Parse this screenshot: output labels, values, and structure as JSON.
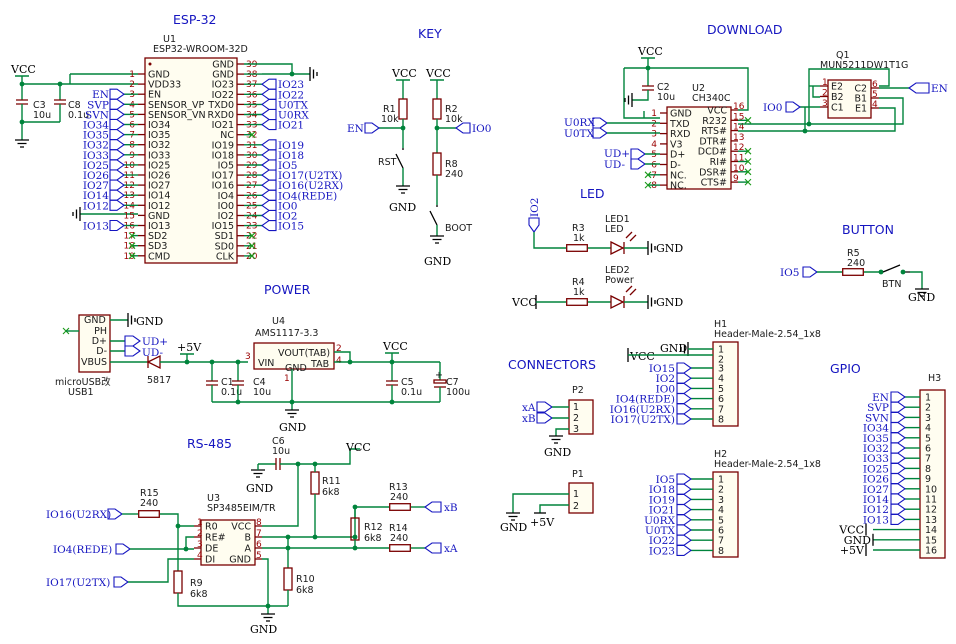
{
  "headings": {
    "esp32": "ESP-32",
    "key": "KEY",
    "download": "DOWNLOAD",
    "led": "LED",
    "button": "BUTTON",
    "power": "POWER",
    "connectors": "CONNECTORS",
    "gpio": "GPIO",
    "rs485": "RS-485"
  },
  "common": {
    "vcc": "VCC",
    "gnd": "GND",
    "plus5v": "+5V"
  },
  "esp32": {
    "ref": "U1",
    "part": "ESP32-WROOM-32D",
    "left_pins": [
      {
        "num": "1",
        "name": "GND",
        "net": ""
      },
      {
        "num": "2",
        "name": "VDD33",
        "net": ""
      },
      {
        "num": "3",
        "name": "EN",
        "net": "EN"
      },
      {
        "num": "4",
        "name": "SENSOR_VP",
        "net": "SVP"
      },
      {
        "num": "5",
        "name": "SENSOR_VN",
        "net": "SVN"
      },
      {
        "num": "6",
        "name": "IO34",
        "net": "IO34"
      },
      {
        "num": "7",
        "name": "IO35",
        "net": "IO35"
      },
      {
        "num": "8",
        "name": "IO32",
        "net": "IO32"
      },
      {
        "num": "9",
        "name": "IO33",
        "net": "IO33"
      },
      {
        "num": "10",
        "name": "IO25",
        "net": "IO25"
      },
      {
        "num": "11",
        "name": "IO26",
        "net": "IO26"
      },
      {
        "num": "12",
        "name": "IO27",
        "net": "IO27"
      },
      {
        "num": "13",
        "name": "IO14",
        "net": "IO14"
      },
      {
        "num": "14",
        "name": "IO12",
        "net": "IO12"
      },
      {
        "num": "15",
        "name": "GND",
        "net": ""
      },
      {
        "num": "16",
        "name": "IO13",
        "net": "IO13"
      },
      {
        "num": "17",
        "name": "SD2",
        "net": ""
      },
      {
        "num": "18",
        "name": "SD3",
        "net": ""
      },
      {
        "num": "19",
        "name": "CMD",
        "net": ""
      }
    ],
    "right_pins": [
      {
        "num": "39",
        "name": "GND",
        "net": ""
      },
      {
        "num": "38",
        "name": "GND",
        "net": ""
      },
      {
        "num": "37",
        "name": "IO23",
        "net": "IO23"
      },
      {
        "num": "36",
        "name": "IO22",
        "net": "IO22"
      },
      {
        "num": "35",
        "name": "TXD0",
        "net": "U0TX"
      },
      {
        "num": "34",
        "name": "RXD0",
        "net": "U0RX"
      },
      {
        "num": "33",
        "name": "IO21",
        "net": "IO21"
      },
      {
        "num": "32",
        "name": "NC",
        "net": ""
      },
      {
        "num": "31",
        "name": "IO19",
        "net": "IO19"
      },
      {
        "num": "30",
        "name": "IO18",
        "net": "IO18"
      },
      {
        "num": "29",
        "name": "IO5",
        "net": "IO5"
      },
      {
        "num": "28",
        "name": "IO17",
        "net": "IO17(U2TX)"
      },
      {
        "num": "27",
        "name": "IO16",
        "net": "IO16(U2RX)"
      },
      {
        "num": "26",
        "name": "IO4",
        "net": "IO4(REDE)"
      },
      {
        "num": "25",
        "name": "IO0",
        "net": "IO0"
      },
      {
        "num": "24",
        "name": "IO2",
        "net": "IO2"
      },
      {
        "num": "23",
        "name": "IO15",
        "net": "IO15"
      },
      {
        "num": "22",
        "name": "SD1",
        "net": ""
      },
      {
        "num": "21",
        "name": "SD0",
        "net": ""
      },
      {
        "num": "20",
        "name": "CLK",
        "net": ""
      }
    ],
    "c3": {
      "ref": "C3",
      "value": "10u"
    },
    "c8": {
      "ref": "C8",
      "value": "0.1u"
    }
  },
  "key": {
    "r1": {
      "ref": "R1",
      "value": "10k"
    },
    "r2": {
      "ref": "R2",
      "value": "10k"
    },
    "r8": {
      "ref": "R8",
      "value": "240"
    },
    "en": "EN",
    "io0": "IO0",
    "rst": "RST",
    "boot": "BOOT"
  },
  "download": {
    "u2_ref": "U2",
    "u2_part": "CH340C",
    "c2": {
      "ref": "C2",
      "value": "10u"
    },
    "q1_ref": "Q1",
    "q1_part": "MUN5211DW1T1G",
    "u2_left": [
      {
        "num": "1",
        "name": "GND"
      },
      {
        "num": "2",
        "name": "TXD"
      },
      {
        "num": "3",
        "name": "RXD"
      },
      {
        "num": "4",
        "name": "V3"
      },
      {
        "num": "5",
        "name": "D+"
      },
      {
        "num": "6",
        "name": "D-"
      },
      {
        "num": "7",
        "name": "NC."
      },
      {
        "num": "8",
        "name": "NC."
      }
    ],
    "u2_right": [
      {
        "num": "16",
        "name": "VCC"
      },
      {
        "num": "15",
        "name": "R232"
      },
      {
        "num": "14",
        "name": "RTS#"
      },
      {
        "num": "13",
        "name": "DTR#"
      },
      {
        "num": "12",
        "name": "DCD#"
      },
      {
        "num": "11",
        "name": "RI#"
      },
      {
        "num": "10",
        "name": "DSR#"
      },
      {
        "num": "9",
        "name": "CTS#"
      }
    ],
    "q1_left": [
      {
        "num": "1",
        "name": "E2"
      },
      {
        "num": "2",
        "name": "B2"
      },
      {
        "num": "3",
        "name": "C1"
      }
    ],
    "q1_right": [
      {
        "num": "6",
        "name": "C2"
      },
      {
        "num": "5",
        "name": "B1"
      },
      {
        "num": "4",
        "name": "E1"
      }
    ],
    "u0rx": "U0RX",
    "u0tx": "U0TX",
    "udp": "UD+",
    "udm": "UD-",
    "io0": "IO0",
    "en": "EN"
  },
  "led": {
    "io2": "IO2",
    "r3": {
      "ref": "R3",
      "value": "1k"
    },
    "r4": {
      "ref": "R4",
      "value": "1k"
    },
    "led1": {
      "ref": "LED1",
      "value": "LED"
    },
    "led2": {
      "ref": "LED2",
      "value": "Power"
    }
  },
  "button": {
    "io5": "IO5",
    "r5": {
      "ref": "R5",
      "value": "240"
    },
    "btn": "BTN"
  },
  "power": {
    "usb_pins": [
      {
        "name": "GND"
      },
      {
        "name": "PH"
      },
      {
        "name": "D+"
      },
      {
        "name": "D-"
      },
      {
        "name": "VBUS"
      }
    ],
    "usb_ref": "USB1",
    "usb_part": "microUSB改",
    "udp": "UD+",
    "udm": "UD-",
    "diode": "5817",
    "u4_ref": "U4",
    "u4_part": "AMS1117-3.3",
    "u4_vin": "VIN",
    "u4_vout": "VOUT(TAB)",
    "u4_tab": "TAB",
    "u4_gnd": "GND",
    "u4_pin1": "1",
    "u4_pin2": "2",
    "u4_pin3": "3",
    "u4_pin4": "4",
    "c1": {
      "ref": "C1",
      "value": "0.1u"
    },
    "c4": {
      "ref": "C4",
      "value": "10u"
    },
    "c5": {
      "ref": "C5",
      "value": "0.1u"
    },
    "c7": {
      "ref": "C7",
      "value": "100u"
    }
  },
  "connectors": {
    "p2_ref": "P2",
    "p1_ref": "P1",
    "p2_nets": [
      "xA",
      "xB"
    ],
    "pins": [
      "1",
      "2",
      "3"
    ]
  },
  "h1": {
    "ref": "H1",
    "part": "Header-Male-2.54_1x8",
    "nets": [
      "GND",
      "VCC",
      "IO15",
      "IO2",
      "IO0",
      "IO4(REDE)",
      "IO16(U2RX)",
      "IO17(U2TX)"
    ]
  },
  "h2": {
    "ref": "H2",
    "part": "Header-Male-2.54_1x8",
    "nets": [
      "IO5",
      "IO18",
      "IO19",
      "IO21",
      "U0RX",
      "U0TX",
      "IO22",
      "IO23"
    ]
  },
  "h3": {
    "ref": "H3",
    "nets": [
      "EN",
      "SVP",
      "SVN",
      "IO34",
      "IO35",
      "IO32",
      "IO33",
      "IO25",
      "IO26",
      "IO27",
      "IO14",
      "IO12",
      "IO13",
      "VCC",
      "GND",
      "+5V"
    ]
  },
  "rs485": {
    "c6": {
      "ref": "C6",
      "value": "10u"
    },
    "u3_ref": "U3",
    "u3_part": "SP3485EIM/TR",
    "u3_left": [
      {
        "num": "1",
        "name": "R0"
      },
      {
        "num": "2",
        "name": "RE#"
      },
      {
        "num": "3",
        "name": "DE"
      },
      {
        "num": "4",
        "name": "DI"
      }
    ],
    "u3_right": [
      {
        "num": "8",
        "name": "VCC"
      },
      {
        "num": "7",
        "name": "B"
      },
      {
        "num": "6",
        "name": "A"
      },
      {
        "num": "5",
        "name": "GND"
      }
    ],
    "r15": {
      "ref": "R15",
      "value": "240"
    },
    "r11": {
      "ref": "R11",
      "value": "6k8"
    },
    "r13": {
      "ref": "R13",
      "value": "240"
    },
    "r12": {
      "ref": "R12",
      "value": "6k8"
    },
    "r14": {
      "ref": "R14",
      "value": "240"
    },
    "r9": {
      "ref": "R9",
      "value": "6k8"
    },
    "r10": {
      "ref": "R10",
      "value": "6k8"
    },
    "io16": "IO16(U2RX)",
    "io4": "IO4(REDE)",
    "io17": "IO17(U2TX)",
    "xb": "xB",
    "xa": "xA"
  }
}
